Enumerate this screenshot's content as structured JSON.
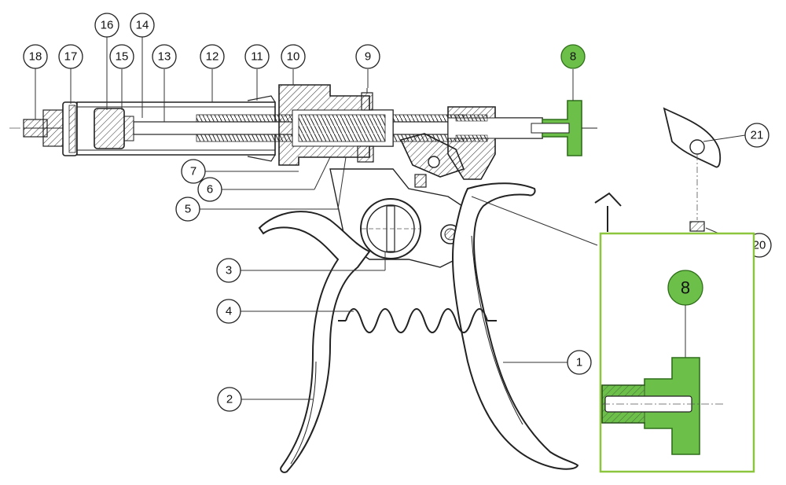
{
  "diagram": {
    "callouts": [
      {
        "id": "18",
        "label": "18"
      },
      {
        "id": "17",
        "label": "17"
      },
      {
        "id": "16",
        "label": "16"
      },
      {
        "id": "15",
        "label": "15"
      },
      {
        "id": "14",
        "label": "14"
      },
      {
        "id": "13",
        "label": "13"
      },
      {
        "id": "12",
        "label": "12"
      },
      {
        "id": "11",
        "label": "11"
      },
      {
        "id": "10",
        "label": "10"
      },
      {
        "id": "9",
        "label": "9"
      },
      {
        "id": "8",
        "label": "8"
      },
      {
        "id": "21",
        "label": "21"
      },
      {
        "id": "20",
        "label": "20"
      },
      {
        "id": "7",
        "label": "7"
      },
      {
        "id": "6",
        "label": "6"
      },
      {
        "id": "5",
        "label": "5"
      },
      {
        "id": "3",
        "label": "3"
      },
      {
        "id": "4",
        "label": "4"
      },
      {
        "id": "2",
        "label": "2"
      },
      {
        "id": "1",
        "label": "1"
      }
    ],
    "detail_callout": {
      "label": "8"
    },
    "colors": {
      "highlight": "#6cc04a",
      "highlight_stroke": "#2f6f1a",
      "detail_frame": "#8cc63f",
      "line": "#222222"
    }
  }
}
